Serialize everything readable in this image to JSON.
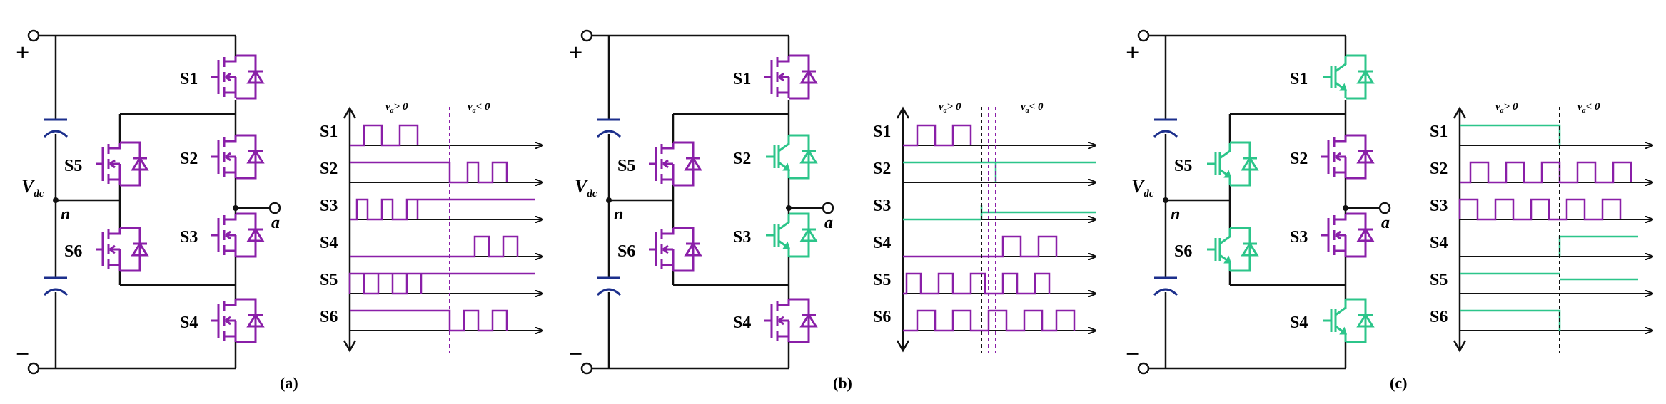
{
  "colors": {
    "wire": "#111111",
    "mosfet": "#8a1fa8",
    "igbt": "#2cc58a",
    "capacitor": "#1c2f8c",
    "dashed_black": "#111111"
  },
  "labels": {
    "plus": "+",
    "minus": "−",
    "vdc": "V",
    "vdc_sub": "dc",
    "n_a": "n",
    "n_b": "n",
    "n_c": "n",
    "out_a": "a",
    "out_b": "a",
    "out_c": "a",
    "region_pos": "v",
    "region_pos_tail": "> 0",
    "region_neg": "v",
    "region_neg_tail": "< 0",
    "region_sub": "a"
  },
  "panels": [
    {
      "id": "a",
      "caption": "(a)",
      "switches": {
        "S1": "S1",
        "S2": "S2",
        "S3": "S3",
        "S4": "S4",
        "S5": "S5",
        "S6": "S6"
      },
      "device_types": {
        "S1": "mosfet",
        "S2": "mosfet",
        "S3": "mosfet",
        "S4": "mosfet",
        "S5": "mosfet",
        "S6": "mosfet"
      }
    },
    {
      "id": "b",
      "caption": "(b)",
      "switches": {
        "S1": "S1",
        "S2": "S2",
        "S3": "S3",
        "S4": "S4",
        "S5": "S5",
        "S6": "S6"
      },
      "device_types": {
        "S1": "mosfet",
        "S2": "igbt",
        "S3": "igbt",
        "S4": "mosfet",
        "S5": "mosfet",
        "S6": "mosfet"
      }
    },
    {
      "id": "c",
      "caption": "(c)",
      "switches": {
        "S1": "S1",
        "S2": "S2",
        "S3": "S3",
        "S4": "S4",
        "S5": "S5",
        "S6": "S6"
      },
      "device_types": {
        "S1": "igbt",
        "S2": "mosfet",
        "S3": "mosfet",
        "S4": "igbt",
        "S5": "igbt",
        "S6": "igbt"
      }
    }
  ],
  "timing_rows": [
    "S1",
    "S2",
    "S3",
    "S4",
    "S5",
    "S6"
  ]
}
